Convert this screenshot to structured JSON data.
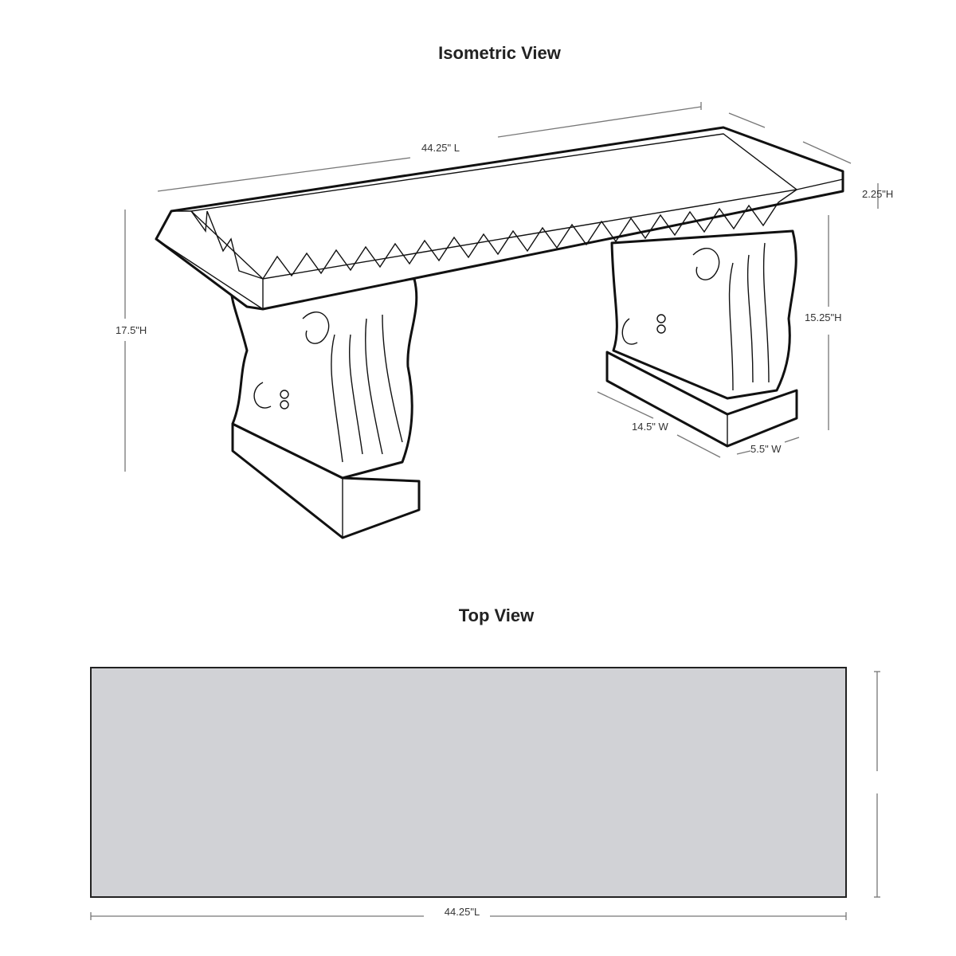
{
  "isometric": {
    "title": "Isometric View",
    "dimensions": {
      "length": "44.25\" L",
      "top_thickness": "2.25\"H",
      "overall_height": "17.5\"H",
      "pedestal_height": "15.25\"H",
      "pedestal_width": "14.5\" W",
      "pedestal_depth": "5.5\" W"
    }
  },
  "top_view": {
    "title": "Top View",
    "length": "44.25\"L",
    "fill_color": "#d1d2d6"
  }
}
